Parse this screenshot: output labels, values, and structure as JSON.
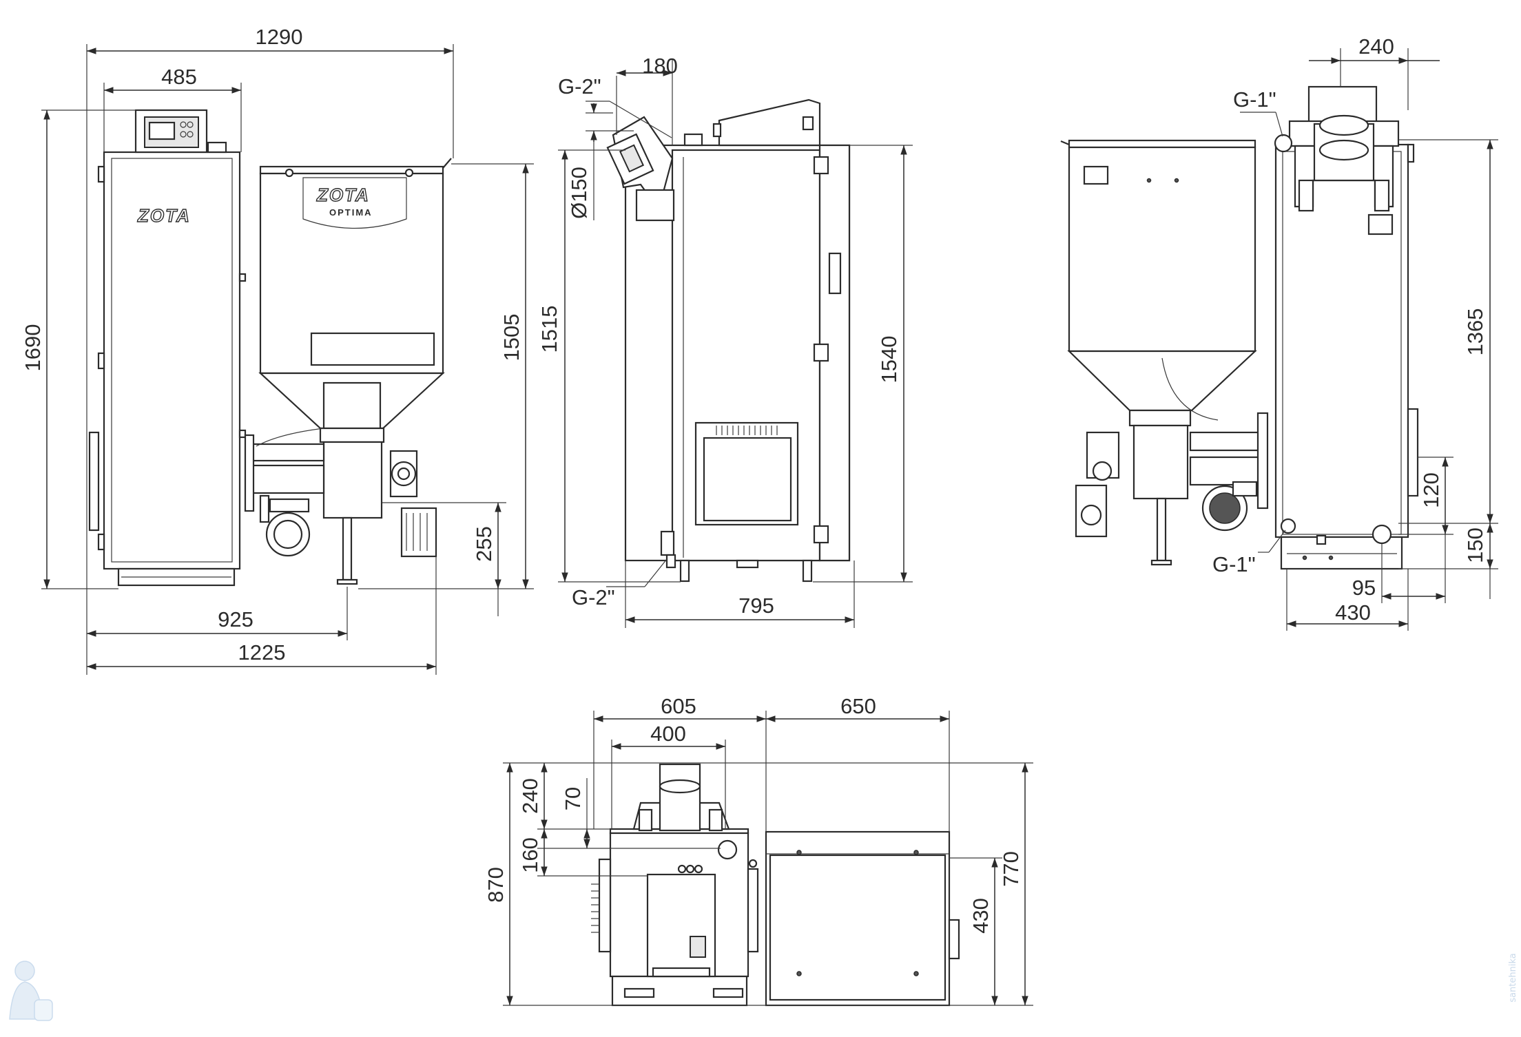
{
  "brand": {
    "logo": "ZOTA",
    "model": "OPTIMA"
  },
  "watermark": {
    "text": "santehnika",
    "mascot": "plumber-mascot-icon"
  },
  "dimensions": {
    "front": {
      "overall_width": "1290",
      "control_width": "485",
      "height": "1690",
      "hopper_height": "1505",
      "auger_height": "255",
      "auger_offset": "925",
      "base_width": "1225"
    },
    "side": {
      "flue_offset": "180",
      "flue_thread": "G-2\"",
      "flue_diameter": "Ø150",
      "flue_height": "1515",
      "height": "1540",
      "depth": "795",
      "return_thread": "G-2\""
    },
    "rear": {
      "top_offset": "240",
      "supply_thread": "G-1\"",
      "supply_height": "1365",
      "port_height": "120",
      "return_height": "150",
      "return_thread": "G-1\"",
      "port_offset": "95",
      "base_depth": "430"
    },
    "top": {
      "boiler_width": "605",
      "flue_width": "400",
      "hopper_width": "650",
      "depth": "870",
      "dim_240": "240",
      "dim_70": "70",
      "dim_160": "160",
      "hopper_depth": "770",
      "handle_depth": "430"
    }
  }
}
